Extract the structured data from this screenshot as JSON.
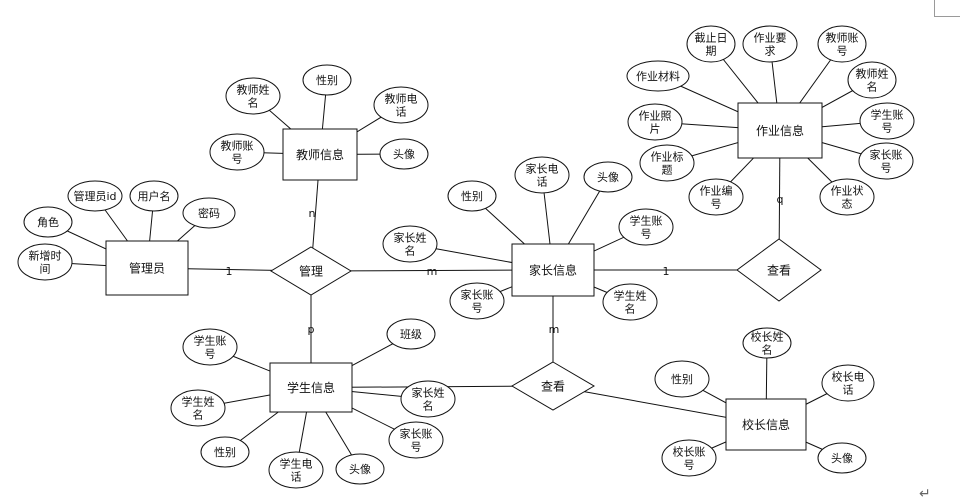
{
  "diagram": {
    "entities": {
      "admin": "管理员",
      "teacher": "教师信息",
      "parent": "家长信息",
      "student": "学生信息",
      "homework": "作业信息",
      "principal": "校长信息"
    },
    "relations": {
      "manage": "管理",
      "view_top": "查看",
      "view_bottom": "查看"
    },
    "attributes": {
      "admin": [
        [
          "新增时",
          "间"
        ],
        [
          "角色"
        ],
        [
          "管理员id"
        ],
        [
          "用户名"
        ],
        [
          "密码"
        ]
      ],
      "teacher": [
        [
          "教师姓",
          "名"
        ],
        [
          "性别"
        ],
        [
          "教师电",
          "话"
        ],
        [
          "教师账",
          "号"
        ],
        [
          "头像"
        ]
      ],
      "parent": [
        [
          "性别"
        ],
        [
          "家长电",
          "话"
        ],
        [
          "头像"
        ],
        [
          "家长姓",
          "名"
        ],
        [
          "学生账",
          "号"
        ],
        [
          "家长账",
          "号"
        ],
        [
          "学生姓",
          "名"
        ]
      ],
      "student": [
        [
          "学生账",
          "号"
        ],
        [
          "班级"
        ],
        [
          "学生姓",
          "名"
        ],
        [
          "家长姓",
          "名"
        ],
        [
          "家长账",
          "号"
        ],
        [
          "性别"
        ],
        [
          "学生电",
          "话"
        ],
        [
          "头像"
        ]
      ],
      "homework": [
        [
          "截止日",
          "期"
        ],
        [
          "作业要",
          "求"
        ],
        [
          "教师账",
          "号"
        ],
        [
          "作业材料"
        ],
        [
          "教师姓",
          "名"
        ],
        [
          "作业照",
          "片"
        ],
        [
          "学生账",
          "号"
        ],
        [
          "作业标",
          "题"
        ],
        [
          "家长账",
          "号"
        ],
        [
          "作业编",
          "号"
        ],
        [
          "作业状",
          "态"
        ]
      ],
      "principal": [
        [
          "性别"
        ],
        [
          "校长姓",
          "名"
        ],
        [
          "校长电",
          "话"
        ],
        [
          "校长账",
          "号"
        ],
        [
          "头像"
        ]
      ]
    },
    "cardinalities": {
      "admin_manage": "1",
      "teacher_manage": "n",
      "parent_manage": "m",
      "student_manage": "p",
      "parent_view": "1",
      "homework_view": "q",
      "parent_view_bottom": "m"
    },
    "colors": {
      "stroke": "#111111",
      "background": "#ffffff"
    },
    "icons": {
      "paragraph_mark": "↵"
    }
  }
}
